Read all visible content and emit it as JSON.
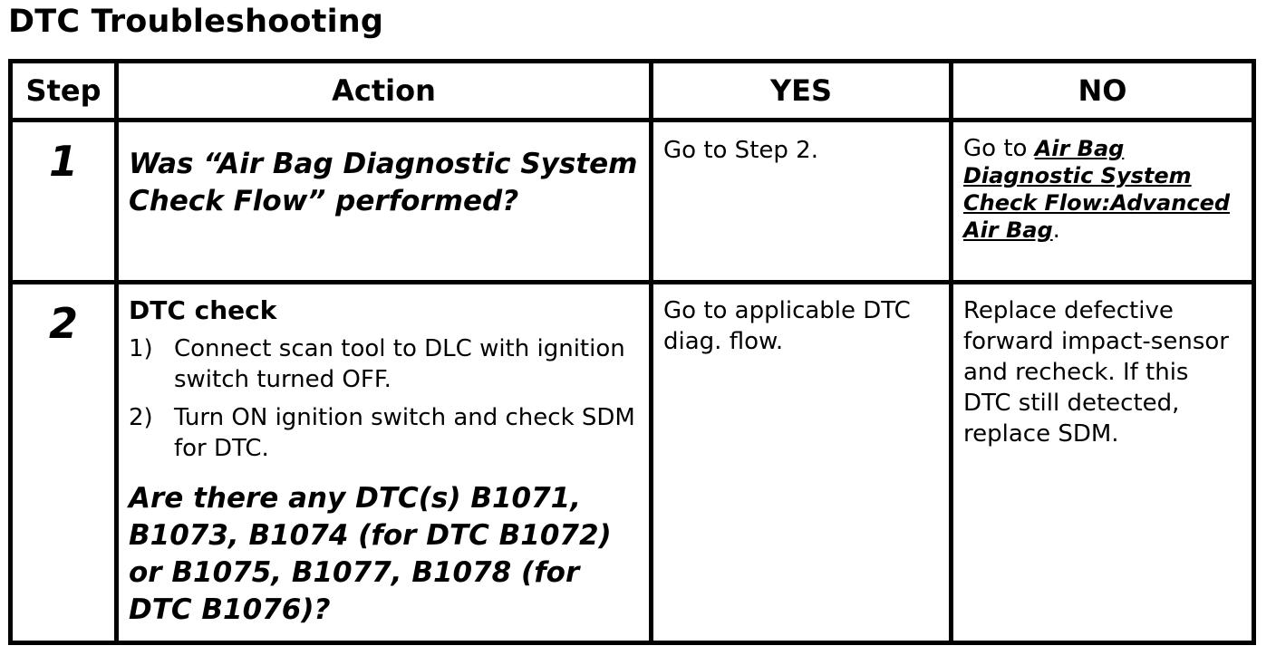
{
  "title": "DTC Troubleshooting",
  "table": {
    "headers": {
      "step": "Step",
      "action": "Action",
      "yes": "YES",
      "no": "NO"
    },
    "rows": [
      {
        "step": "1",
        "action_question": "Was “Air Bag Diagnostic System Check Flow” performed?",
        "yes": "Go to Step 2.",
        "no_prefix": "Go to ",
        "no_link": "Air Bag Diagnostic System Check Flow:Advanced Air Bag",
        "no_suffix": "."
      },
      {
        "step": "2",
        "action_title": "DTC check",
        "substeps": [
          {
            "num": "1)",
            "text": "Connect scan tool to DLC with ignition switch turned OFF."
          },
          {
            "num": "2)",
            "text": "Turn ON ignition switch and check SDM for DTC."
          }
        ],
        "action_question": "Are there any DTC(s) B1071, B1073, B1074 (for DTC B1072) or B1075, B1077, B1078 (for DTC B1076)?",
        "yes": "Go to applicable DTC diag. flow.",
        "no": "Replace defective forward impact-sensor and recheck. If this DTC still detected, replace SDM."
      }
    ]
  }
}
